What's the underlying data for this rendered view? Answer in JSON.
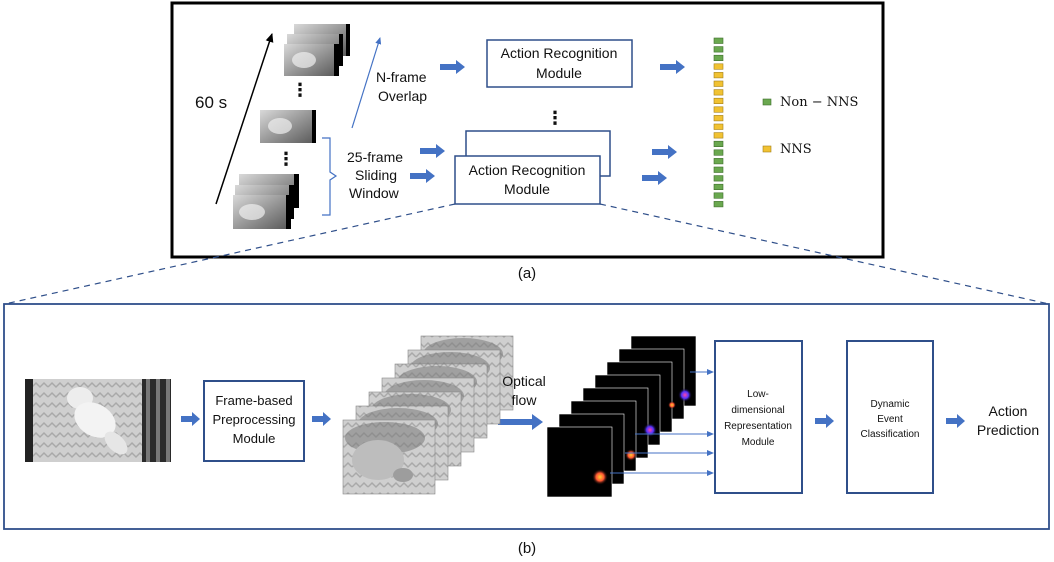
{
  "panel_a": {
    "time_label": "60 s",
    "overlap_label_1": "N-frame",
    "overlap_label_2": "Overlap",
    "window_label_1": "25-frame",
    "window_label_2": "Sliding",
    "window_label_3": "Window",
    "module_top_1": "Action Recognition",
    "module_top_2": "Module",
    "module_bottom_1": "Action Recognition",
    "module_bottom_2": "Module",
    "legend": [
      {
        "label": "Non − NNS",
        "color": "#6aa84f"
      },
      {
        "label": "NNS",
        "color": "#f1c232"
      }
    ],
    "output_sequence": [
      "non",
      "non",
      "non",
      "nns",
      "nns",
      "nns",
      "nns",
      "nns",
      "nns",
      "nns",
      "nns",
      "nns",
      "non",
      "non",
      "non",
      "non",
      "non",
      "non",
      "non",
      "non"
    ],
    "caption": "(a)"
  },
  "panel_b": {
    "preproc_1": "Frame-based",
    "preproc_2": "Preprocessing",
    "preproc_3": "Module",
    "flow_1": "Optical",
    "flow_2": "flow",
    "lowdim_1": "Low-",
    "lowdim_2": "dimensional",
    "lowdim_3": "Representation",
    "lowdim_4": "Module",
    "dyn_1": "Dynamic",
    "dyn_2": "Event",
    "dyn_3": "Classification",
    "out_1": "Action",
    "out_2": "Prediction",
    "caption": "(b)"
  },
  "colors": {
    "frame": "#000000",
    "box": "#2f4f8a",
    "arrow": "#4472c4",
    "non_nns": "#6aa84f",
    "nns": "#f1c232"
  }
}
